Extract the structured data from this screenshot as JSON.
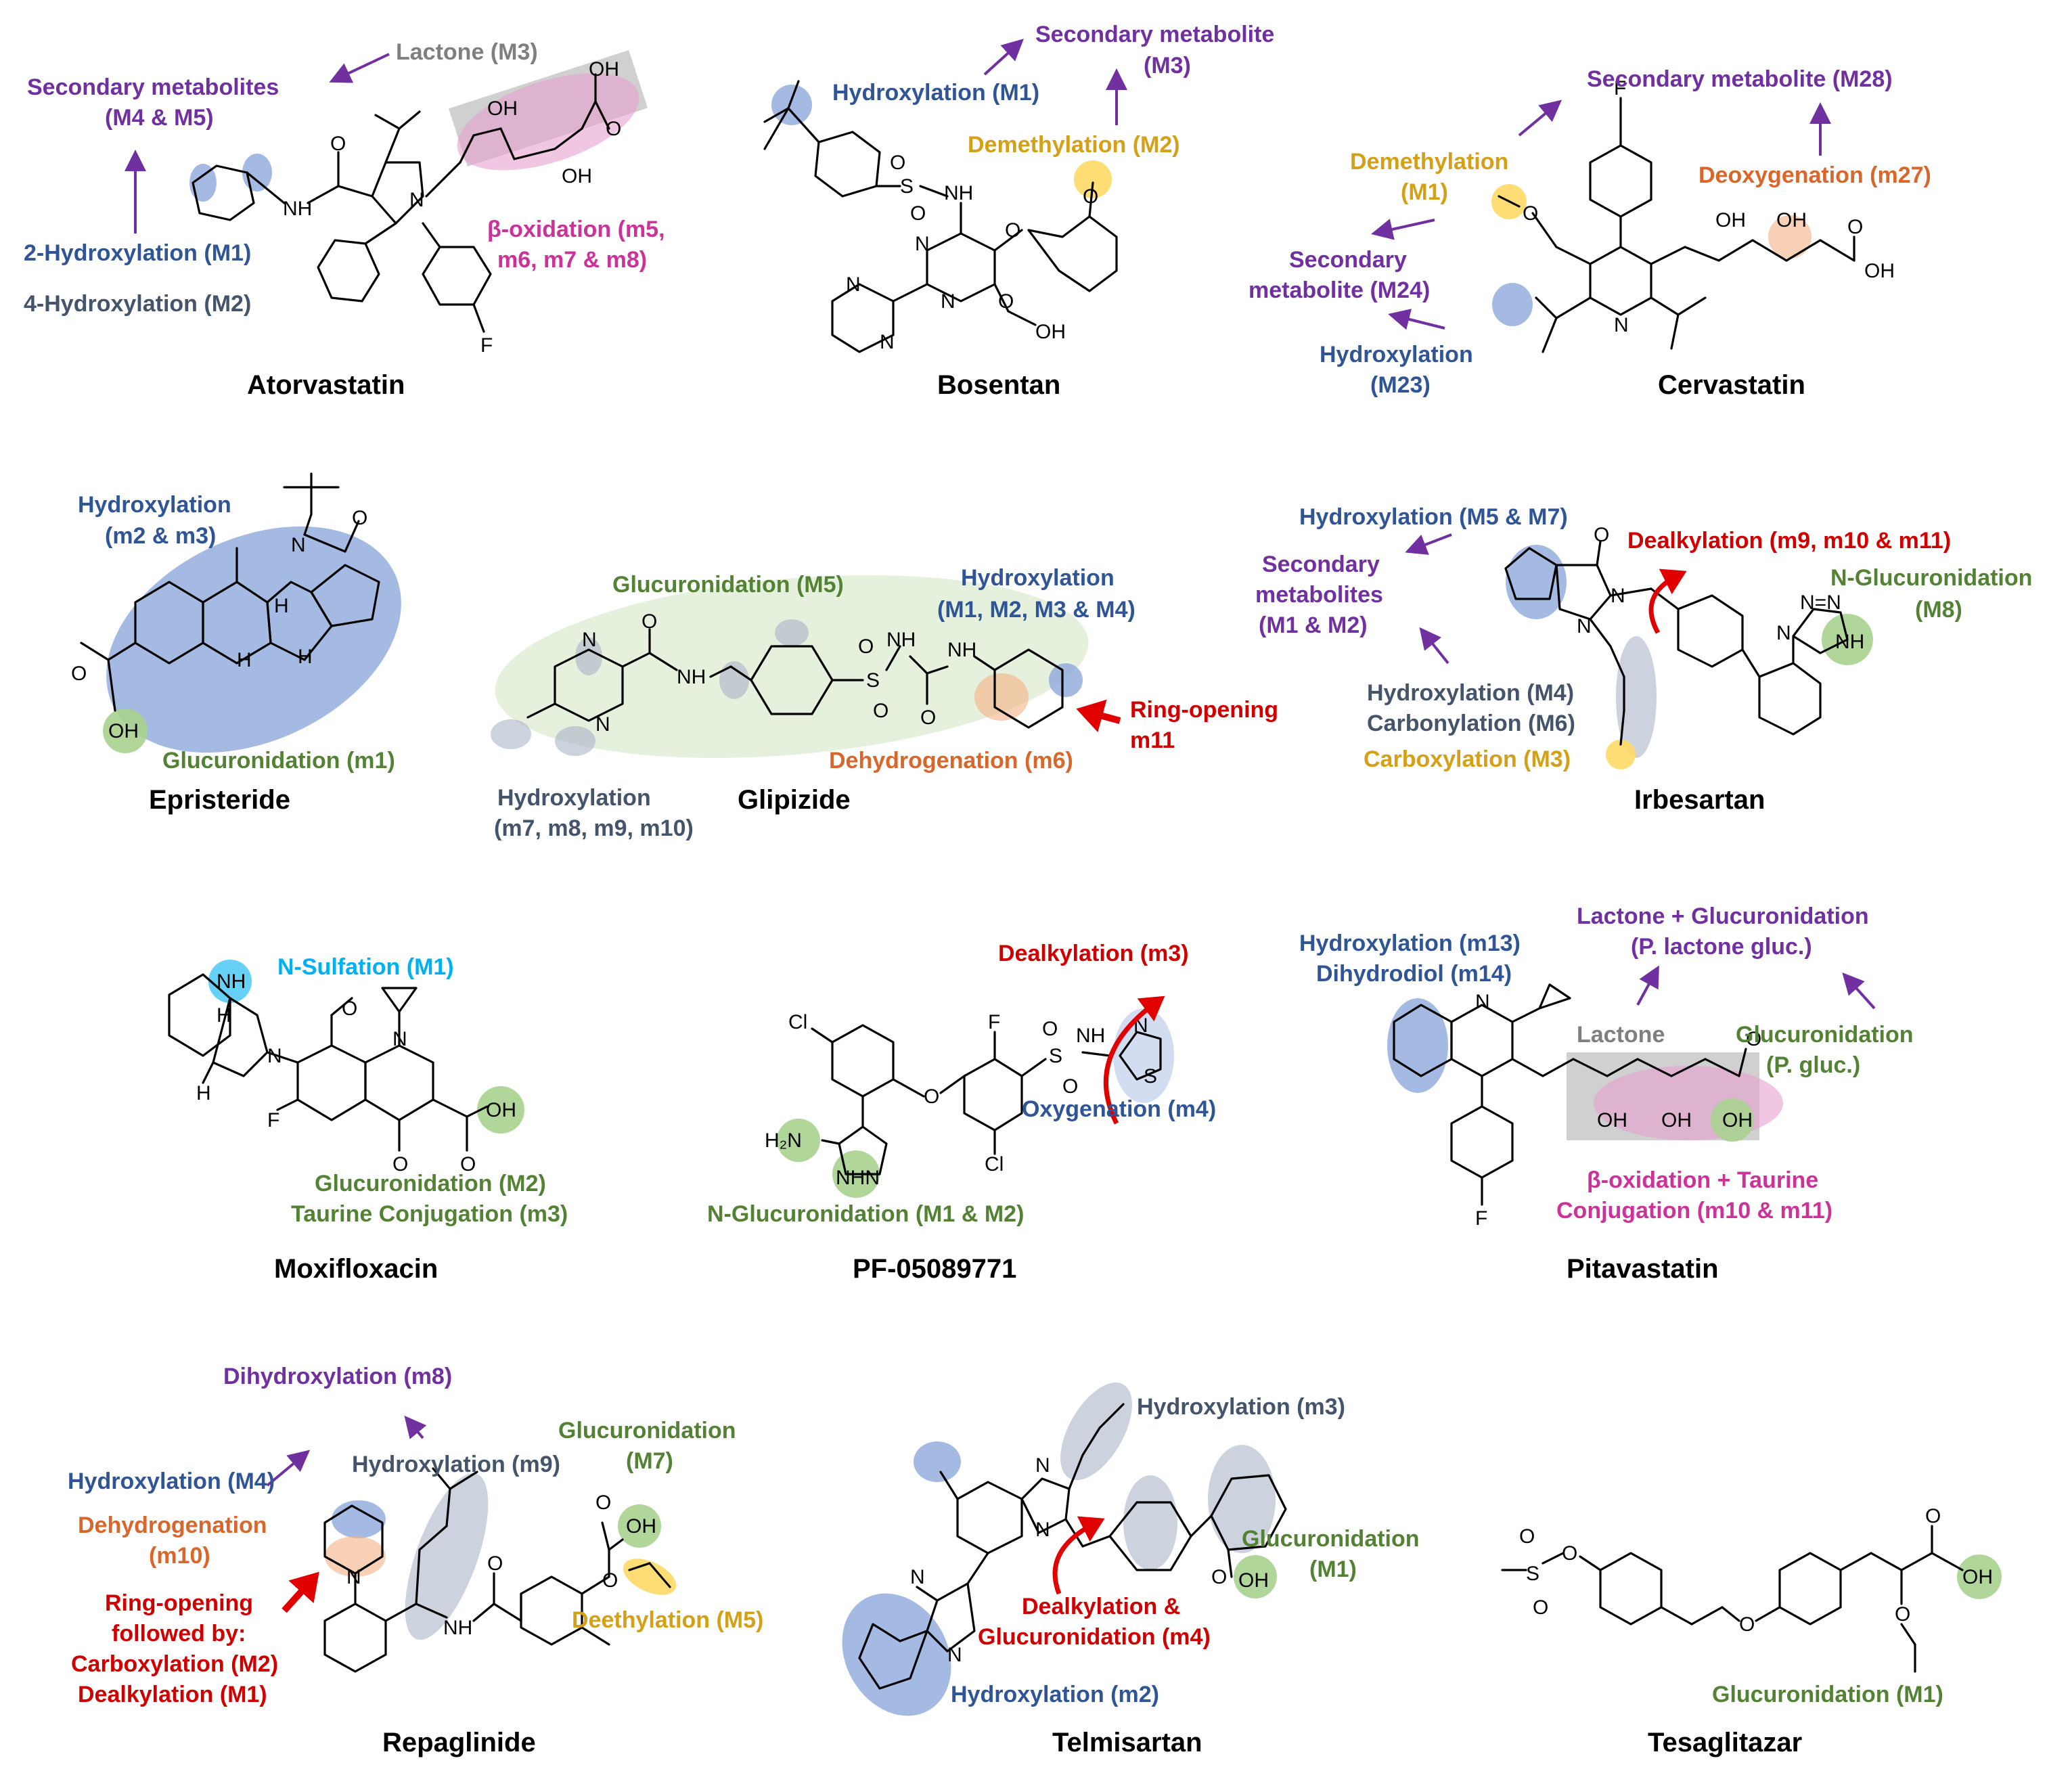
{
  "colors": {
    "purple": "#7030a0",
    "blue": "#2f5597",
    "slate": "#44546a",
    "gray": "#7f7f7f",
    "magenta": "#cc3399",
    "gold": "#d4a017",
    "orange": "#d9662a",
    "green": "#548235",
    "red": "#d00000",
    "cyan": "#00b0f0",
    "highlight_blue": "#8ea9db",
    "highlight_green": "#a9d18e",
    "highlight_gold": "#ffd966",
    "highlight_orange": "#f4b183",
    "highlight_pink": "#e6a0d0",
    "highlight_gray": "#aaaaaa"
  },
  "drugs": {
    "atorvastatin": {
      "name": "Atorvastatin",
      "lactone": "Lactone (M3)",
      "secondary_1": "Secondary metabolites",
      "secondary_2": "(M4 & M5)",
      "hydroxy2": "2-Hydroxylation (M1)",
      "hydroxy4": "4-Hydroxylation (M2)",
      "beta_1": "β-oxidation (m5,",
      "beta_2": "m6, m7 & m8)",
      "atoms": {
        "oh1": "OH",
        "oh2": "OH",
        "cooh_o": "O",
        "cooh_oh": "OH",
        "o": "O",
        "nh": "NH",
        "n": "N",
        "f": "F"
      }
    },
    "bosentan": {
      "name": "Bosentan",
      "secondary_1": "Secondary metabolite",
      "secondary_2": "(M3)",
      "hydroxy": "Hydroxylation (M1)",
      "demethyl": "Demethylation (M2)",
      "atoms": {
        "s": "S",
        "o1": "O",
        "o2": "O",
        "nh": "NH",
        "n1": "N",
        "n2": "N",
        "n3": "N",
        "n4": "N",
        "o3": "O",
        "o4": "O",
        "o5": "O",
        "oh": "OH"
      }
    },
    "cervastatin": {
      "name": "Cervastatin",
      "secondary_m28": "Secondary metabolite (M28)",
      "demethyl_1": "Demethylation",
      "demethyl_2": "(M1)",
      "deoxy": "Deoxygenation (m27)",
      "secondary_m24_1": "Secondary",
      "secondary_m24_2": "metabolite (M24)",
      "hydroxy_1": "Hydroxylation",
      "hydroxy_2": "(M23)",
      "atoms": {
        "f": "F",
        "o": "O",
        "oh1": "OH",
        "oh2": "OH",
        "o2": "O",
        "oh3": "OH",
        "n": "N"
      }
    },
    "epristeride": {
      "name": "Epristeride",
      "hydroxy_1": "Hydroxylation",
      "hydroxy_2": "(m2 & m3)",
      "gluc": "Glucuronidation (m1)",
      "atoms": {
        "n": "N",
        "o": "O",
        "h1": "H",
        "h2": "H",
        "h3": "H",
        "o2": "O",
        "oh": "OH"
      }
    },
    "glipizide": {
      "name": "Glipizide",
      "gluc": "Glucuronidation (M5)",
      "hydroxy_1": "Hydroxylation",
      "hydroxy_2": "(M1, M2, M3 & M4)",
      "ring_1": "Ring-opening",
      "ring_2": "m11",
      "dehydro": "Dehydrogenation (m6)",
      "hydroxy_low_1": "Hydroxylation",
      "hydroxy_low_2": "(m7, m8, m9, m10)",
      "atoms": {
        "n1": "N",
        "n2": "N",
        "o": "O",
        "nh1": "NH",
        "s": "S",
        "o1": "O",
        "o2": "O",
        "nh2": "NH",
        "nh3": "NH",
        "o3": "O"
      }
    },
    "irbesartan": {
      "name": "Irbesartan",
      "hydroxy_m5": "Hydroxylation (M5 & M7)",
      "dealkyl": "Dealkylation (m9, m10 & m11)",
      "secondary_1": "Secondary",
      "secondary_2": "metabolites",
      "secondary_3": "(M1 & M2)",
      "nglucu_1": "N-Glucuronidation",
      "nglucu_2": "(M8)",
      "hydroxy_m4": "Hydroxylation (M4)",
      "carbonyl": "Carbonylation (M6)",
      "carboxyl": "Carboxylation (M3)",
      "atoms": {
        "o": "O",
        "n1": "N",
        "n2": "N",
        "nnn": "N=N",
        "n3": "N",
        "nh": "NH"
      }
    },
    "moxifloxacin": {
      "name": "Moxifloxacin",
      "nsulf": "N-Sulfation (M1)",
      "gluc": "Glucuronidation (M2)",
      "taurine": "Taurine Conjugation (m3)",
      "atoms": {
        "nh": "NH",
        "h1": "H",
        "h2": "H",
        "n1": "N",
        "o1": "O",
        "n2": "N",
        "f": "F",
        "o2": "O",
        "o3": "O",
        "oh": "OH"
      }
    },
    "pf05089771": {
      "name": "PF-05089771",
      "dealkyl": "Dealkylation (m3)",
      "oxy": "Oxygenation (m4)",
      "nglucu": "N-Glucuronidation (M1 & M2)",
      "atoms": {
        "cl1": "Cl",
        "f": "F",
        "s": "S",
        "o1": "O",
        "o2": "O",
        "nh": "NH",
        "n": "N",
        "s2": "S",
        "o3": "O",
        "cl2": "Cl",
        "h2n": "H₂N",
        "nhn": "NHN"
      }
    },
    "pitavastatin": {
      "name": "Pitavastatin",
      "hydroxy": "Hydroxylation (m13)",
      "dihydro": "Dihydrodiol (m14)",
      "lactgluc_1": "Lactone + Glucuronidation",
      "lactgluc_2": "(P. lactone gluc.)",
      "lactone": "Lactone",
      "gluc_1": "Glucuronidation",
      "gluc_2": "(P. gluc.)",
      "beta_1": "β-oxidation + Taurine",
      "beta_2": "Conjugation (m10 & m11)",
      "atoms": {
        "n": "N",
        "o": "O",
        "oh1": "OH",
        "oh2": "OH",
        "oh3": "OH",
        "f": "F"
      }
    },
    "repaglinide": {
      "name": "Repaglinide",
      "dihydroxy": "Dihydroxylation (m8)",
      "hydroxy_m4": "Hydroxylation (M4)",
      "hydroxy_m9": "Hydroxylation (m9)",
      "gluc_1": "Glucuronidation",
      "gluc_2": "(M7)",
      "dehydro_1": "Dehydrogenation",
      "dehydro_2": "(m10)",
      "ring_1": "Ring-opening",
      "ring_2": "followed by:",
      "ring_3": "Carboxylation (M2)",
      "ring_4": "Dealkylation (M1)",
      "deethyl": "Deethylation (M5)",
      "atoms": {
        "o": "O",
        "oh": "OH",
        "o2": "O",
        "n": "N",
        "nh": "NH",
        "o3": "O"
      }
    },
    "telmisartan": {
      "name": "Telmisartan",
      "hydroxy_m3": "Hydroxylation (m3)",
      "gluc_1": "Glucuronidation",
      "gluc_2": "(M1)",
      "dealkyl_1": "Dealkylation &",
      "dealkyl_2": "Glucuronidation (m4)",
      "hydroxy_m2": "Hydroxylation (m2)",
      "atoms": {
        "n1": "N",
        "n2": "N",
        "n3": "N",
        "n4": "N",
        "o": "O",
        "oh": "OH"
      }
    },
    "tesaglitazar": {
      "name": "Tesaglitazar",
      "gluc": "Glucuronidation (M1)",
      "atoms": {
        "s": "S",
        "o1": "O",
        "o2": "O",
        "o3": "O",
        "o4": "O",
        "o5": "O",
        "oh": "OH",
        "o6": "O"
      }
    }
  }
}
